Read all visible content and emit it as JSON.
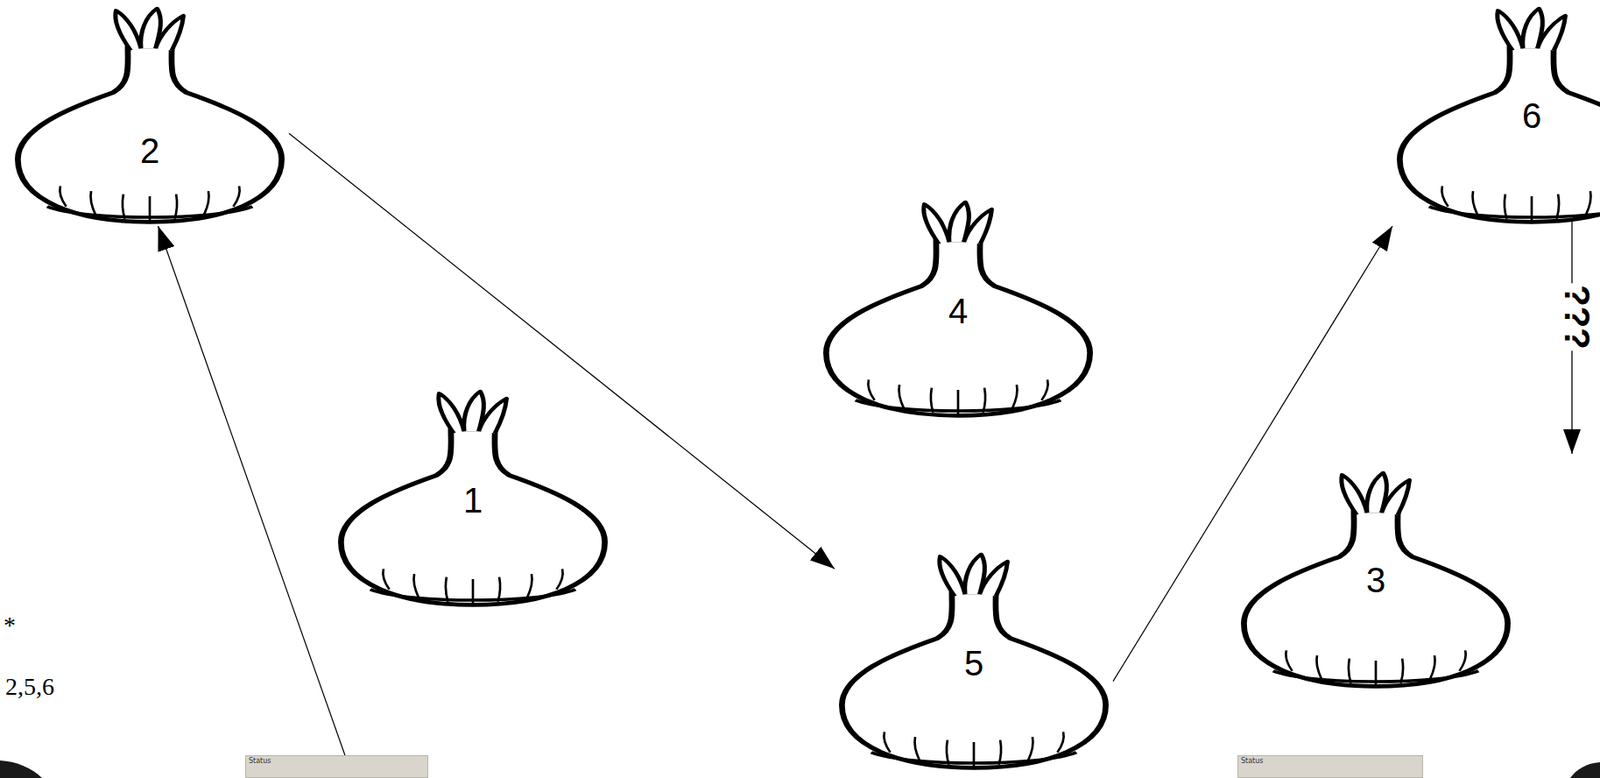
{
  "diagram": {
    "nodes": [
      {
        "text": [
          "2"
        ]
      },
      {
        "text": [
          "6"
        ]
      },
      {
        "text": [
          "4"
        ]
      },
      {
        "text": [
          "1"
        ]
      },
      {
        "text": [
          "3"
        ]
      },
      {
        "text": [
          "5"
        ]
      },
      {
        "text": [
          "Status"
        ]
      },
      {
        "text": [
          "Status"
        ]
      }
    ],
    "edges": [
      {
        "from": 6,
        "to": 0,
        "arrow": "to"
      },
      {
        "from": 0,
        "to": 5,
        "arrow": "to"
      },
      {
        "from": 5,
        "to": 1,
        "arrow": "to"
      }
    ],
    "labels": [
      "*",
      "2,5,6",
      "???"
    ]
  }
}
